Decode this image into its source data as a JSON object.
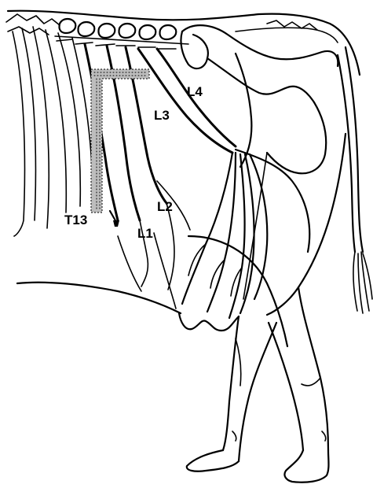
{
  "labels": {
    "t13": "T13",
    "l1": "L1",
    "l2": "L2",
    "l3": "L3",
    "l4": "L4"
  },
  "colors": {
    "ink": "#000000",
    "background": "#ffffff",
    "block_area": "#bdbdbd"
  }
}
